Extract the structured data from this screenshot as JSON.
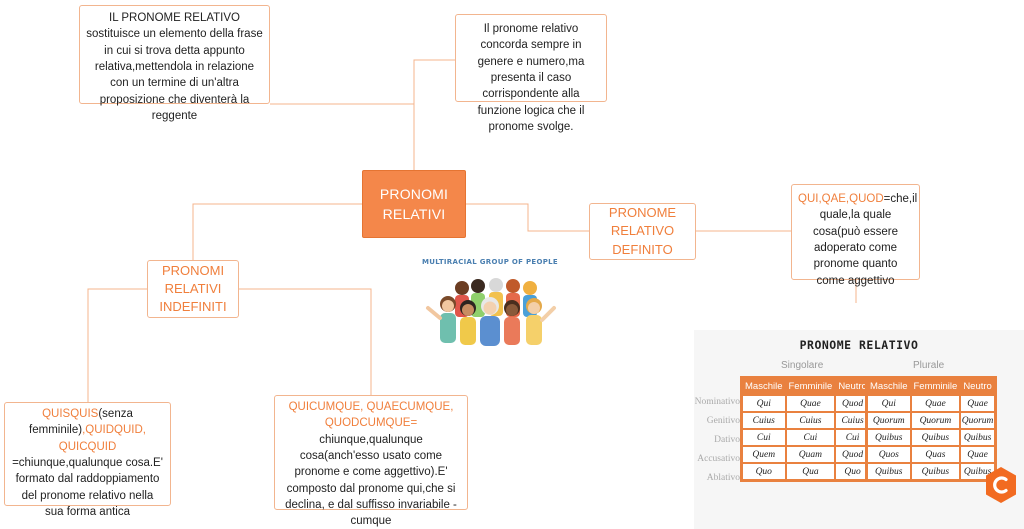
{
  "center": {
    "label": "PRONOMI RELATIVI"
  },
  "top_left_box": {
    "text": "IL PRONOME RELATIVO sostituisce un elemento della frase in cui si trova detta appunto relativa,mettendola in relazione con un termine di un'altra proposizione che diventerà la reggente"
  },
  "top_right_box": {
    "text": "Il pronome relativo concorda sempre in genere e numero,ma presenta il caso corrispondente alla funzione logica che il pronome svolge."
  },
  "definito": {
    "label": "PRONOME RELATIVO DEFINITO",
    "detail_highlight": "QUI,QAE,QUOD",
    "detail_text": "=che,il quale,la quale cosa(può essere adoperato come pronome quanto come aggettivo"
  },
  "indefiniti": {
    "label": "PRONOMI RELATIVI INDEFINITI",
    "left": {
      "highlight1": "QUISQUIS",
      "text1": "(senza femminile)",
      "highlight2": ",QUIDQUID, QUICQUID",
      "text2": " =chiunque,qualunque cosa.E' formato dal raddoppiamento del pronome relativo nella sua forma antica"
    },
    "right": {
      "highlight": "QUICUMQUE, QUAECUMQUE, QUODCUMQUE=",
      "text": "chiunque,qualunque  cosa(anch'esso usato come pronome e come aggettivo).E' composto dal pronome qui,che si declina, e dal suffisso invariabile -cumque"
    }
  },
  "illustration": {
    "title": "MULTIRACIAL GROUP OF PEOPLE"
  },
  "table": {
    "title": "PRONOME RELATIVO",
    "singular_label": "Singolare",
    "plural_label": "Plurale",
    "headers": [
      "Maschile",
      "Femminile",
      "Neutro"
    ],
    "cases": [
      "Nominativo",
      "Genitivo",
      "Dativo",
      "Accusativo",
      "Ablativo"
    ],
    "singular": [
      [
        "Qui",
        "Quae",
        "Quod"
      ],
      [
        "Cuius",
        "Cuius",
        "Cuius"
      ],
      [
        "Cui",
        "Cui",
        "Cui"
      ],
      [
        "Quem",
        "Quam",
        "Quod"
      ],
      [
        "Quo",
        "Qua",
        "Quo"
      ]
    ],
    "plural": [
      [
        "Qui",
        "Quae",
        "Quae"
      ],
      [
        "Quorum",
        "Quorum",
        "Quorum"
      ],
      [
        "Quibus",
        "Quibus",
        "Quibus"
      ],
      [
        "Quos",
        "Quas",
        "Quae"
      ],
      [
        "Quibus",
        "Quibus",
        "Quibus"
      ]
    ]
  },
  "colors": {
    "accent": "#f4874a",
    "border": "#f2b58f",
    "table_orange": "#e9813f"
  }
}
